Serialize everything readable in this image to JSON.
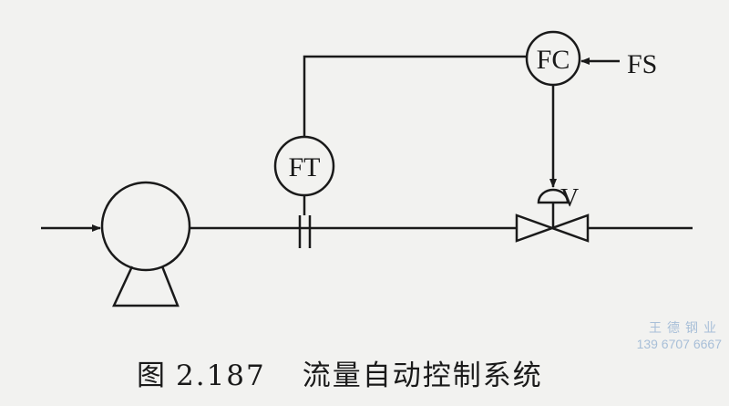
{
  "diagram": {
    "labels": {
      "flow_controller": "FC",
      "flow_transmitter": "FT",
      "setpoint": "FS",
      "valve": "V"
    },
    "caption": {
      "prefix": "图",
      "number": "2.187",
      "title": "流量自动控制系统"
    },
    "watermark": {
      "name": "王德钢业",
      "phone": "139 6707 6667"
    }
  }
}
